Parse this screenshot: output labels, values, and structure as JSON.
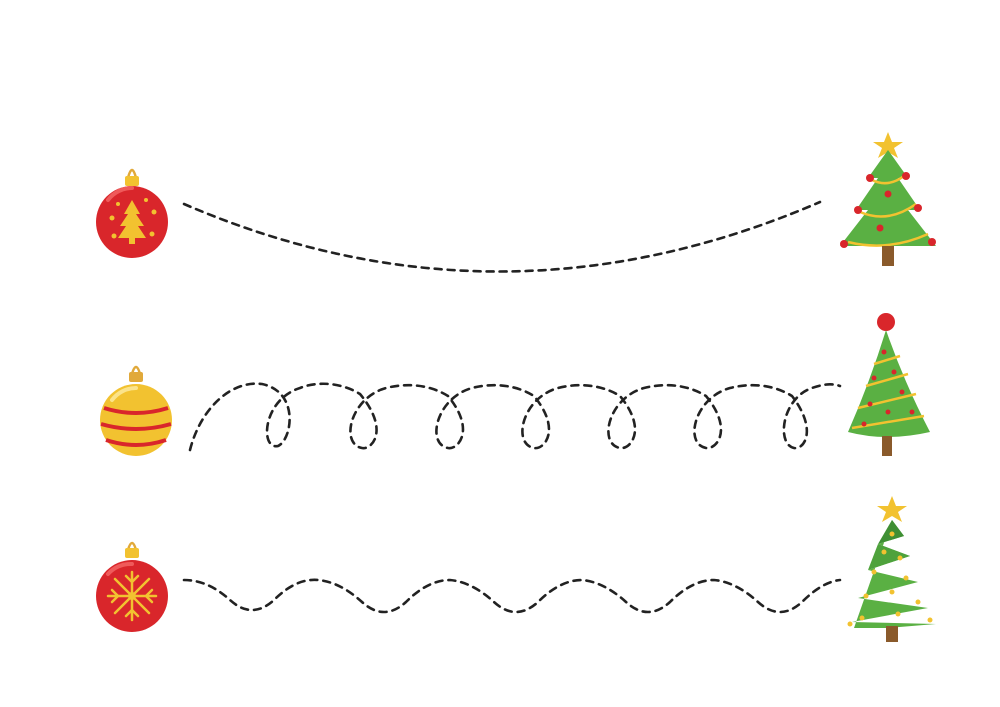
{
  "worksheet": {
    "rows": [
      {
        "start_icon": "red-ornament-with-tree-icon",
        "path": "arc",
        "end_icon": "decorated-christmas-tree-icon"
      },
      {
        "start_icon": "yellow-striped-ornament-icon",
        "path": "loops",
        "end_icon": "cone-christmas-tree-icon"
      },
      {
        "start_icon": "red-snowflake-ornament-icon",
        "path": "waves",
        "end_icon": "zigzag-christmas-tree-icon"
      }
    ]
  },
  "colors": {
    "red": "#d9262b",
    "yellow": "#f2c230",
    "green": "#5ab043",
    "dark_green": "#3f8f34",
    "trunk": "#8a5a2b",
    "line": "#222222"
  }
}
